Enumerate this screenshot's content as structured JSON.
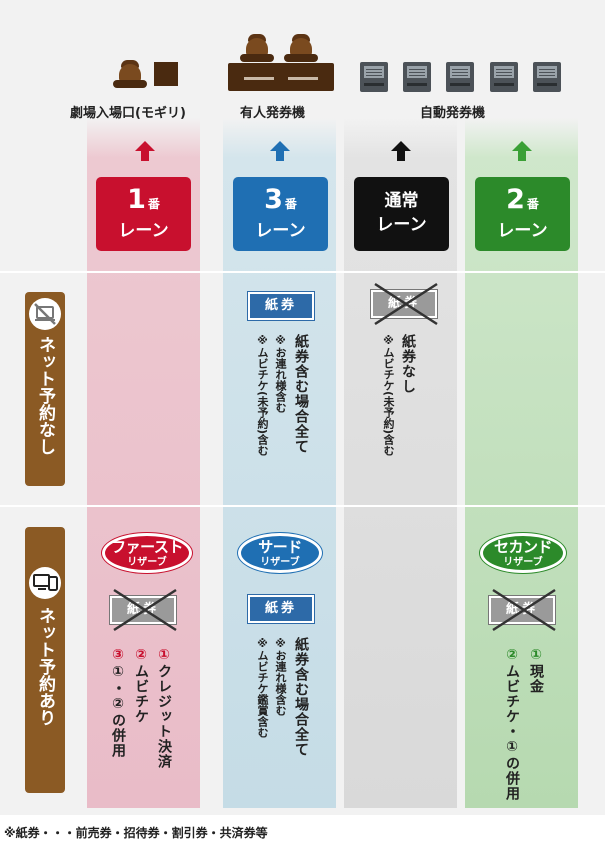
{
  "headers": {
    "entrance": "劇場入場口(モギリ)",
    "staffed": "有人発券機",
    "automatic": "自動発券機"
  },
  "lanes": [
    {
      "number": "1",
      "suffix": "番",
      "label": "レーン",
      "color": "#c8102e",
      "arrow_color": "#c8102e"
    },
    {
      "number": "3",
      "suffix": "番",
      "label": "レーン",
      "color": "#1f6fb3",
      "arrow_color": "#1f6fb3"
    },
    {
      "label": "通常",
      "label2": "レーン",
      "color": "#111111",
      "arrow_color": "#111111"
    },
    {
      "number": "2",
      "suffix": "番",
      "label": "レーン",
      "color": "#2c8a2a",
      "arrow_color": "#3aa036"
    }
  ],
  "rows": {
    "no_reservation": {
      "label": "ネット予約なし",
      "icon": "no-network-icon"
    },
    "reservation": {
      "label": "ネット予約あり",
      "icon": "devices-icon"
    }
  },
  "ticket_label": "紙券",
  "no_res": {
    "lane3_main": "紙券含む場合全て",
    "lane3_note1": "※お連れ様含む",
    "lane3_note2": "※ムビチケ(未予約)含む",
    "normal_main": "紙券なし",
    "normal_note": "※ムビチケ(未予約)含む"
  },
  "res": {
    "first": {
      "title": "ファースト",
      "sub": "リザーブ",
      "color": "#c8102e"
    },
    "third": {
      "title": "サード",
      "sub": "リザーブ",
      "color": "#1f6fb3"
    },
    "second": {
      "title": "セカンド",
      "sub": "リザーブ",
      "color": "#2c8a2a"
    },
    "first_items": [
      {
        "num": "①",
        "text": "クレジット決済"
      },
      {
        "num": "②",
        "text": "ムビチケ"
      },
      {
        "num": "③",
        "text": "①・②の併用"
      }
    ],
    "lane3_main": "紙券含む場合全て",
    "lane3_note1": "※お連れ様含む",
    "lane3_note2": "※ムビチケ鑑賞含む",
    "second_items": [
      {
        "num": "①",
        "text": "現金"
      },
      {
        "num": "②",
        "text": "ムビチケ・①の併用"
      }
    ]
  },
  "footnote": "※紙券・・・前売券・招待券・割引券・共済券等"
}
